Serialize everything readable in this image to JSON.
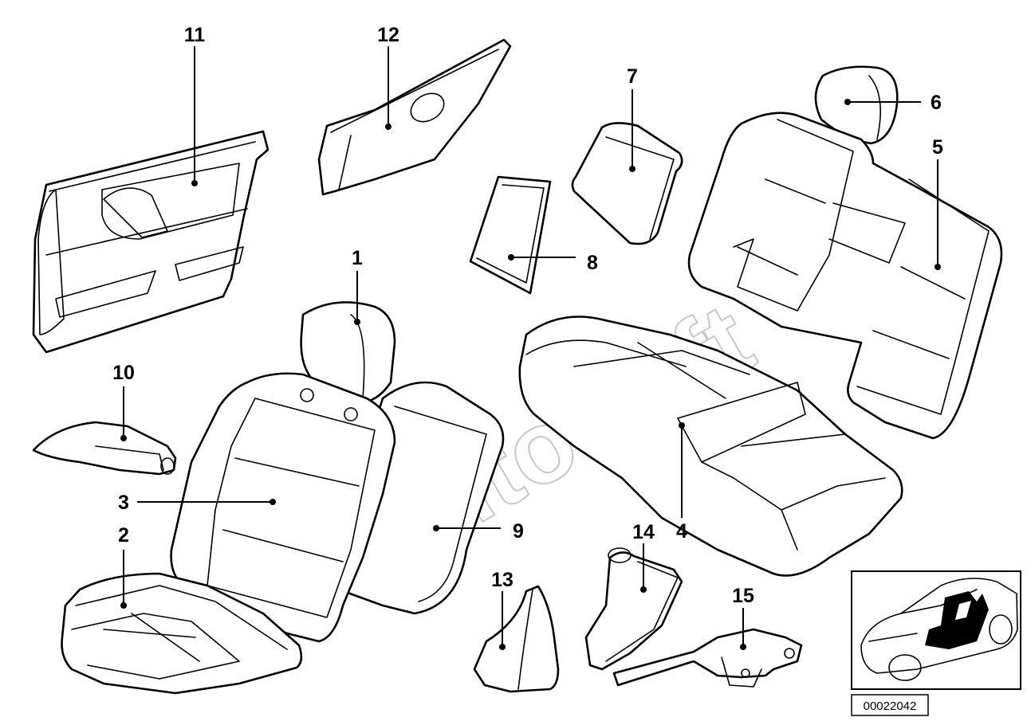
{
  "diagram": {
    "callouts": [
      "1",
      "2",
      "3",
      "4",
      "5",
      "6",
      "7",
      "8",
      "9",
      "10",
      "11",
      "12",
      "13",
      "14",
      "15"
    ],
    "reference_number": "00022042",
    "watermark": "AutoSoft"
  }
}
